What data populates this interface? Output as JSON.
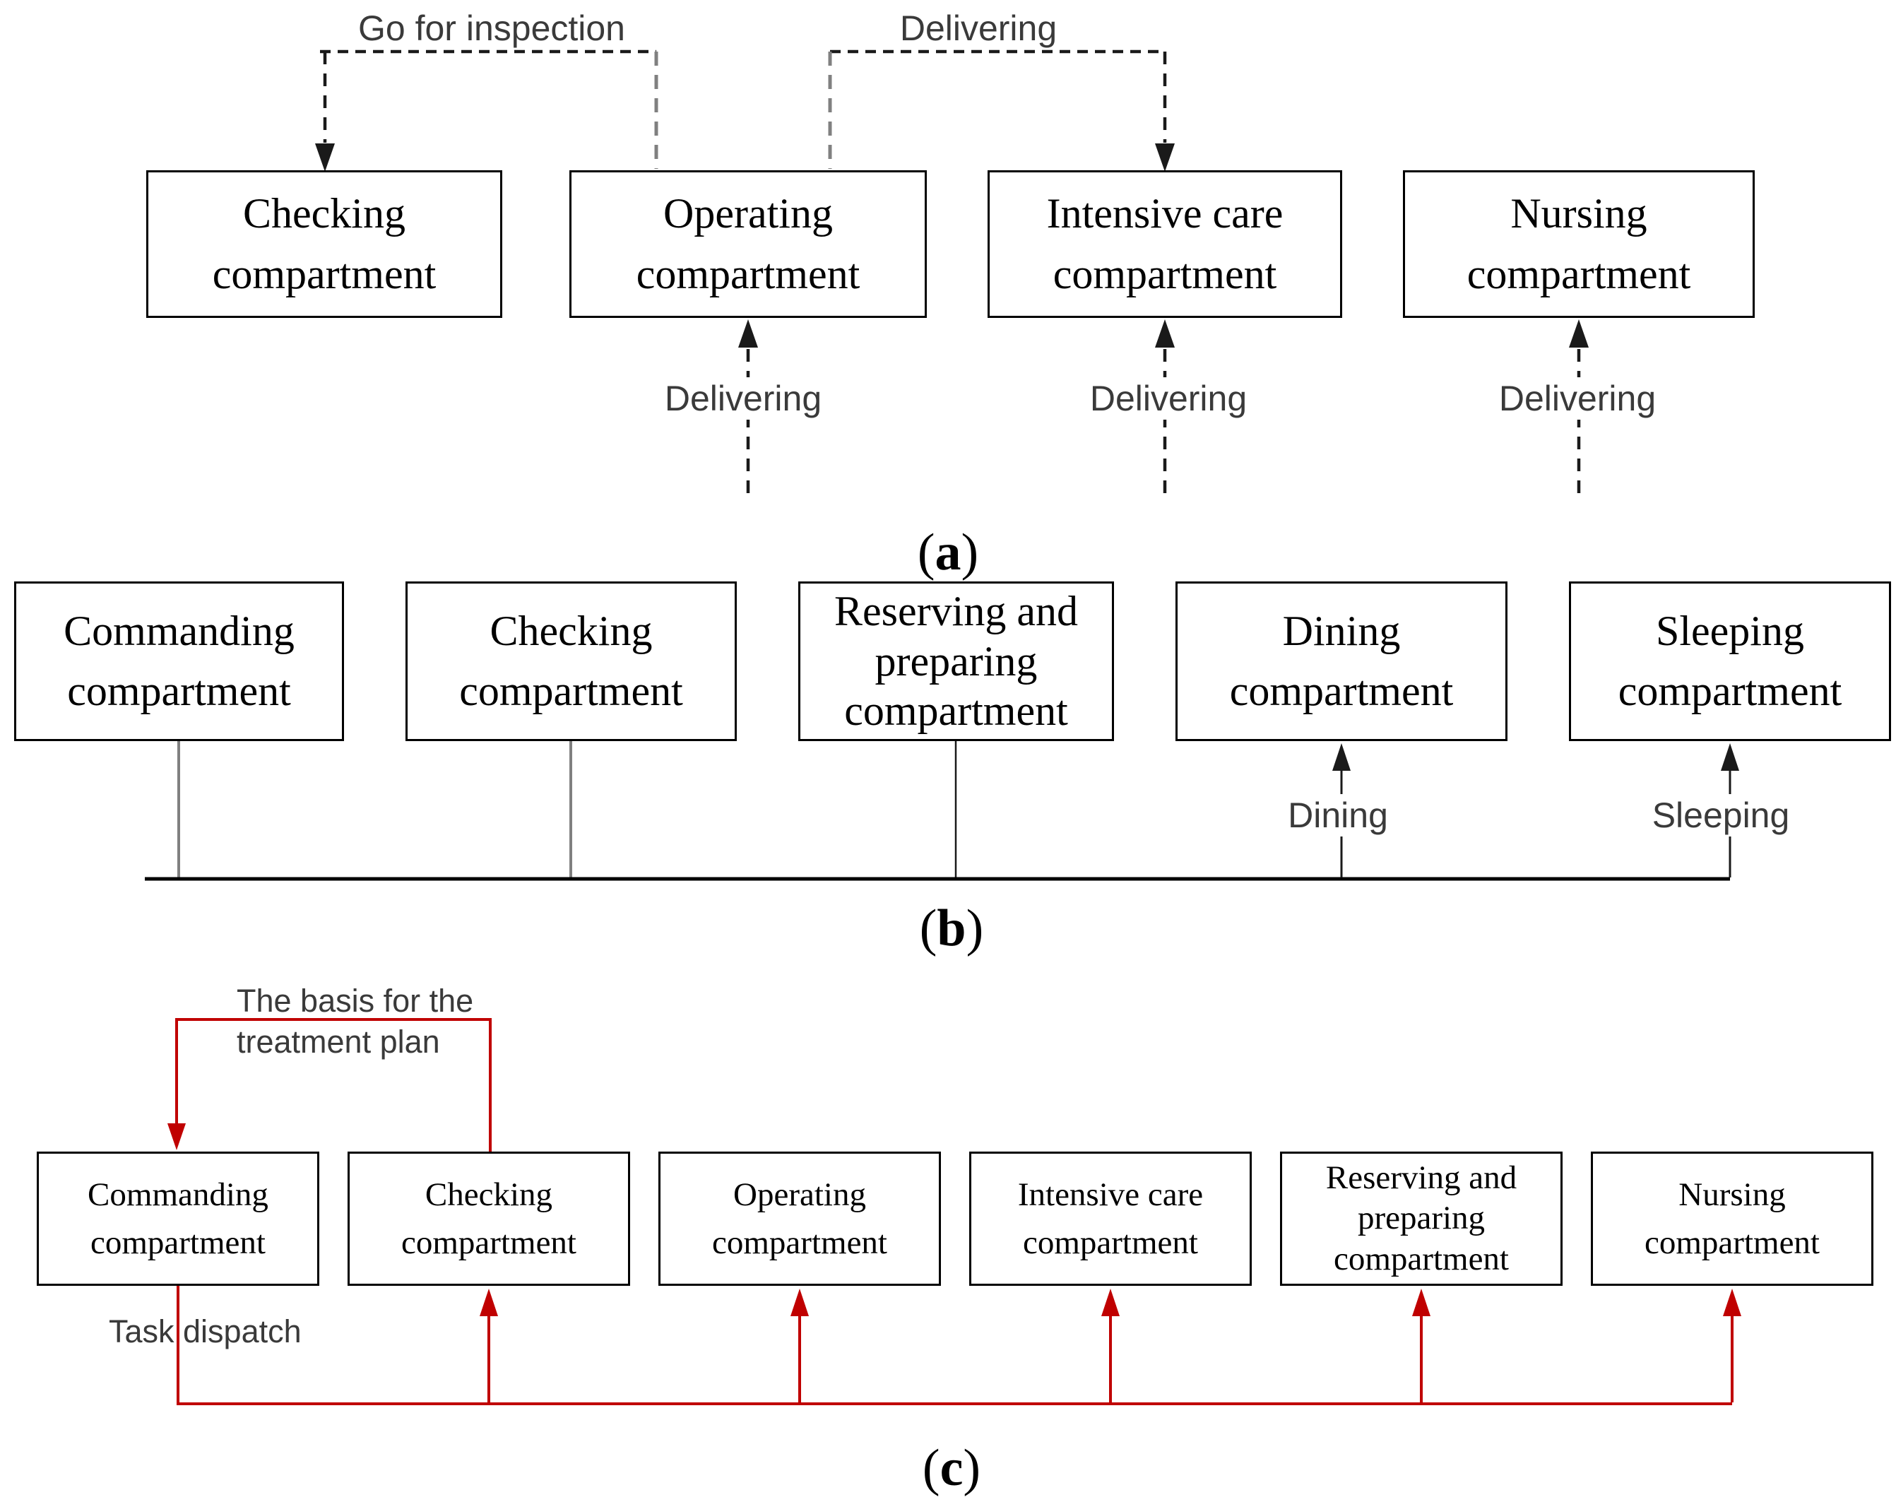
{
  "figure": {
    "colors": {
      "red_accent": "#c00000",
      "gray_line": "#808080",
      "dark_line": "#1a1a1a",
      "box_border": "#000000",
      "label_text": "#3a3a3a"
    }
  },
  "diagram_a": {
    "caption": {
      "prefix": "(",
      "letter": "a",
      "suffix": ")"
    },
    "boxes": [
      {
        "label": [
          "Checking",
          "compartment"
        ]
      },
      {
        "label": [
          "Operating",
          "compartment"
        ]
      },
      {
        "label": [
          "Intensive care",
          "compartment"
        ]
      },
      {
        "label": [
          "Nursing",
          "compartment"
        ]
      }
    ],
    "edge_labels": {
      "go_for_inspection": "Go for inspection",
      "delivering_top": "Delivering",
      "delivering_operating": "Delivering",
      "delivering_intensive": "Delivering",
      "delivering_nursing": "Delivering"
    }
  },
  "diagram_b": {
    "caption": {
      "prefix": "(",
      "letter": "b",
      "suffix": ")"
    },
    "boxes": [
      {
        "label": [
          "Commanding",
          "compartment"
        ]
      },
      {
        "label": [
          "Checking",
          "compartment"
        ]
      },
      {
        "label": [
          "Reserving and",
          "preparing",
          "compartment"
        ]
      },
      {
        "label": [
          "Dining",
          "compartment"
        ]
      },
      {
        "label": [
          "Sleeping",
          "compartment"
        ]
      }
    ],
    "edge_labels": {
      "dining": "Dining",
      "sleeping": "Sleeping"
    }
  },
  "diagram_c": {
    "caption": {
      "prefix": "(",
      "letter": "c",
      "suffix": ")"
    },
    "boxes": [
      {
        "label": [
          "Commanding",
          "compartment"
        ]
      },
      {
        "label": [
          "Checking",
          "compartment"
        ]
      },
      {
        "label": [
          "Operating",
          "compartment"
        ]
      },
      {
        "label": [
          "Intensive care",
          "compartment"
        ]
      },
      {
        "label": [
          "Reserving and",
          "preparing",
          "compartment"
        ]
      },
      {
        "label": [
          "Nursing",
          "compartment"
        ]
      }
    ],
    "edge_labels": {
      "treatment_basis": [
        "The basis for the",
        "treatment plan"
      ],
      "task_dispatch": "Task dispatch"
    }
  }
}
